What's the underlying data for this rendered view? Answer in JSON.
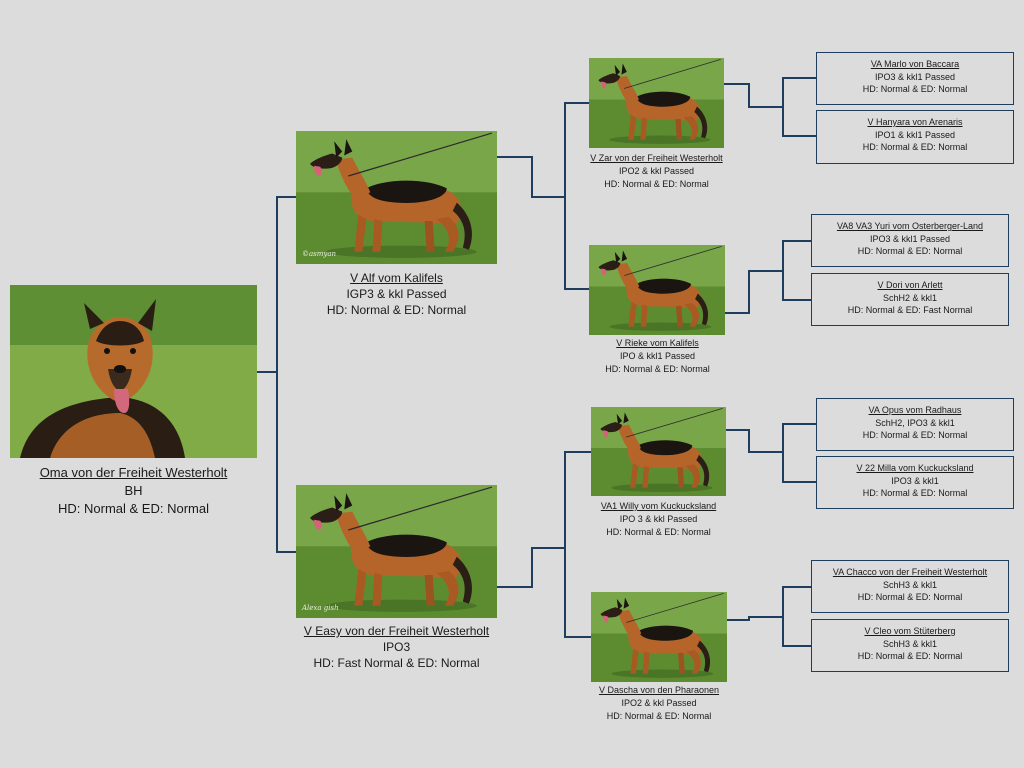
{
  "root": {
    "name": "Oma von der Freiheit Westerholt",
    "line1": "BH",
    "line2": "HD: Normal & ED: Normal"
  },
  "sire": {
    "name": "V Alf vom Kalifels",
    "line1": "IGP3 & kkl Passed",
    "line2": "HD: Normal & ED: Normal",
    "photo_signature": "©asmyan",
    "sire": {
      "name": "V Zar von der Freiheit Westerholt",
      "line1": "IPO2 & kkl Passed",
      "line2": "HD: Normal & ED: Normal",
      "sire": {
        "name": "VA Marlo von Baccara",
        "line1": "IPO3 & kkl1 Passed",
        "line2": "HD: Normal & ED: Normal"
      },
      "dam": {
        "name": "V Hanyara von Arenaris",
        "line1": "IPO1 & kkl1 Passed",
        "line2": "HD: Normal & ED: Normal"
      }
    },
    "dam": {
      "name": "V Rieke vom Kalifels",
      "line1": "IPO & kkl1 Passed",
      "line2": "HD: Normal & ED: Normal",
      "sire": {
        "name": "VA8 VA3 Yuri vom Osterberger-Land",
        "line1": "IPO3 & kkl1 Passed",
        "line2": "HD: Normal & ED: Normal"
      },
      "dam": {
        "name": "V Dori von Arlett",
        "line1": "SchH2 & kkl1",
        "line2": "HD: Normal & ED: Fast Normal"
      }
    }
  },
  "dam": {
    "name": "V Easy von der Freiheit Westerholt",
    "line1": "IPO3",
    "line2": "HD: Fast Normal & ED: Normal",
    "photo_signature": "Alexa gish",
    "sire": {
      "name": "VA1 Willy vom Kuckucksland",
      "line1": "IPO 3 & kkl Passed",
      "line2": "HD: Normal & ED: Normal",
      "sire": {
        "name": "VA Opus vom Radhaus",
        "line1": "SchH2, IPO3 & kkl1",
        "line2": "HD: Normal & ED: Normal"
      },
      "dam": {
        "name": "V 22 Milla vom Kuckucksland",
        "line1": "IPO3 & kkl1",
        "line2": "HD: Normal & ED: Normal"
      }
    },
    "dam": {
      "name": "V Dascha von den Pharaonen",
      "line1": "IPO2 & kkl Passed",
      "line2": "HD: Normal & ED: Normal",
      "sire": {
        "name": "VA Chacco von der Freiheit Westerholt",
        "line1": "SchH3 & kkl1",
        "line2": "HD: Normal & ED: Normal"
      },
      "dam": {
        "name": "V Cleo vom Stüterberg",
        "line1": "SchH3 & kkl1",
        "line2": "HD: Normal & ED: Normal"
      }
    }
  },
  "colors": {
    "background": "#dcdcdc",
    "connector": "#1f3d5c",
    "box_border": "#1f3d5c"
  }
}
